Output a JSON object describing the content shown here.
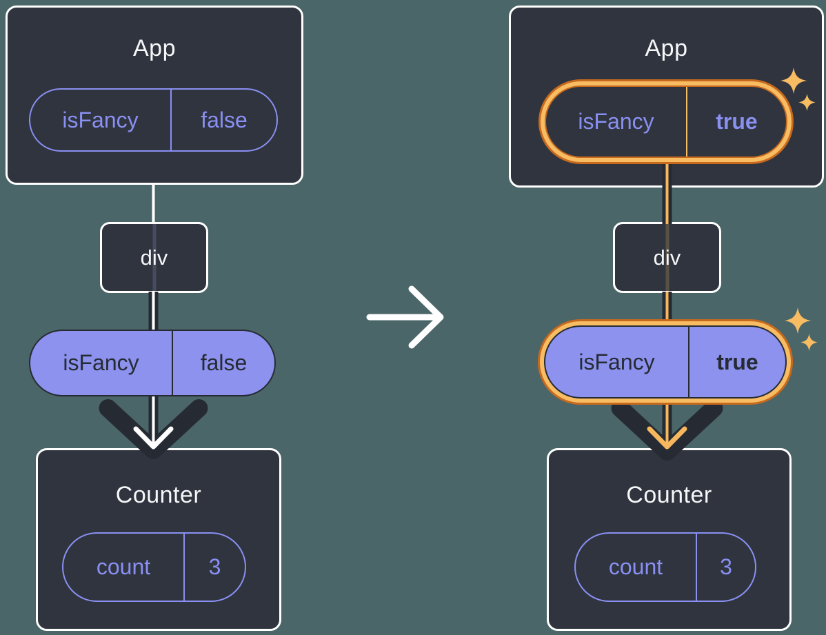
{
  "colors": {
    "background": "#4B6668",
    "card": "#2F343E",
    "white": "#FFFFFF",
    "purple": "#8A90F2",
    "purple_fill": "#8C92EE",
    "dark": "#262B33",
    "orange_dark": "#C76A1E",
    "orange_light": "#F8BC63"
  },
  "left": {
    "app": {
      "title": "App",
      "state": {
        "key": "isFancy",
        "value": "false"
      }
    },
    "div": {
      "label": "div"
    },
    "prop": {
      "key": "isFancy",
      "value": "false"
    },
    "counter": {
      "title": "Counter",
      "state": {
        "key": "count",
        "value": "3"
      }
    }
  },
  "right": {
    "app": {
      "title": "App",
      "state": {
        "key": "isFancy",
        "value": "true"
      }
    },
    "div": {
      "label": "div"
    },
    "prop": {
      "key": "isFancy",
      "value": "true"
    },
    "counter": {
      "title": "Counter",
      "state": {
        "key": "count",
        "value": "3"
      }
    }
  },
  "icons": {
    "center_arrow": "right-arrow",
    "sparkle": "sparkle"
  }
}
